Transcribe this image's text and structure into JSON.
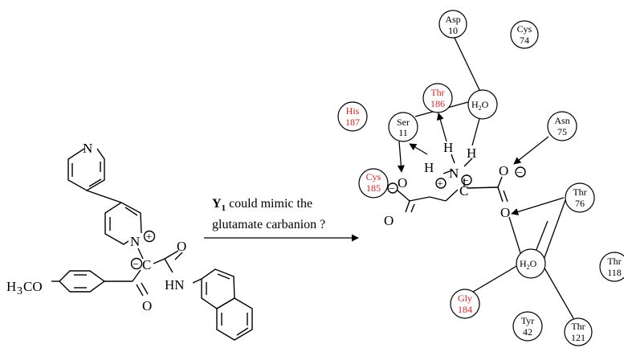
{
  "caption": {
    "line1_symbol": "Y",
    "line1_sub": "1",
    "line1_rest": " could mimic the",
    "line2": "glutamate carbanion ?"
  },
  "molecule_left": {
    "pyridine_n": "N",
    "pyridinium_n": "N",
    "plus_charge": "+",
    "minus_charge": "−",
    "carbanion_c": "C",
    "carbonyl_o_top": "O",
    "carbonyl_o_bottom": "O",
    "amide_nh": "HN",
    "methoxy_left": "H",
    "methoxy_sub": "3",
    "methoxy_right": "CO"
  },
  "molecule_right": {
    "ester_o": "O",
    "ester_o_minus": "−",
    "carbonyl_o_left": "O",
    "carb_o_top": "O",
    "carb_o_top_minus": "−",
    "carb_o_bottom": "O",
    "carbanion_c": "C",
    "carbanion_minus": "−",
    "amine_n": "N",
    "amine_plus": "+",
    "h_left": "H",
    "h_top": "H",
    "h_right": "H",
    "water1_h": "H",
    "water1_sub": "2",
    "water1_o": "O",
    "water2_h": "H",
    "water2_sub": "2",
    "water2_o": "O"
  },
  "residues": {
    "asp10": {
      "name": "Asp",
      "num": "10"
    },
    "cys74": {
      "name": "Cys",
      "num": "74"
    },
    "thr186": {
      "name": "Thr",
      "num": "186"
    },
    "his187": {
      "name": "His",
      "num": "187"
    },
    "ser11": {
      "name": "Ser",
      "num": "11"
    },
    "asn75": {
      "name": "Asn",
      "num": "75"
    },
    "cys185": {
      "name": "Cys",
      "num": "185"
    },
    "thr76": {
      "name": "Thr",
      "num": "76"
    },
    "thr118": {
      "name": "Thr",
      "num": "118"
    },
    "gly184": {
      "name": "Gly",
      "num": "184"
    },
    "tyr42": {
      "name": "Tyr",
      "num": "42"
    },
    "thr121": {
      "name": "Thr",
      "num": "121"
    }
  },
  "colors": {
    "highlight": "#e0201b",
    "ink": "#000000"
  }
}
